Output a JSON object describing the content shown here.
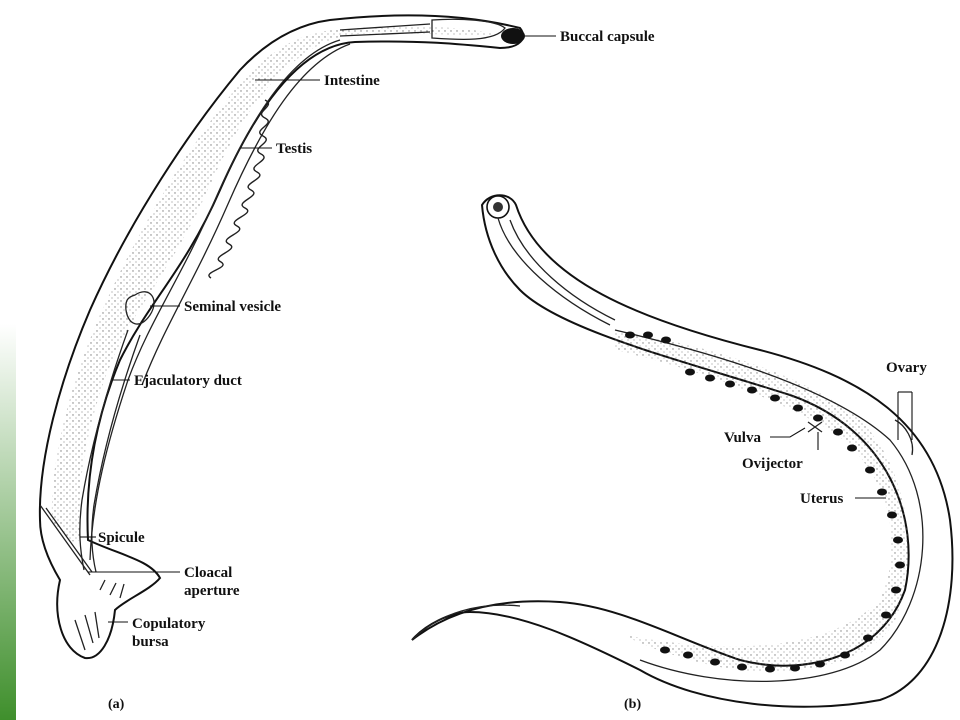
{
  "colors": {
    "accent_strip_top": "#ffffff",
    "accent_strip_bottom": "#3f8f2c",
    "ink": "#111111",
    "stipple": "#6b6b6b"
  },
  "figure_a": {
    "panel_label": "(a)",
    "labels": {
      "buccal_capsule": "Buccal capsule",
      "intestine": "Intestine",
      "testis": "Testis",
      "seminal_vesicle": "Seminal vesicle",
      "ejaculatory_duct": "Ejaculatory duct",
      "spicule": "Spicule",
      "cloacal_line1": "Cloacal",
      "cloacal_line2": "aperture",
      "bursa_line1": "Copulatory",
      "bursa_line2": "bursa"
    }
  },
  "figure_b": {
    "panel_label": "(b)",
    "labels": {
      "ovary": "Ovary",
      "vulva": "Vulva",
      "ovijector": "Ovijector",
      "uterus": "Uterus"
    }
  }
}
